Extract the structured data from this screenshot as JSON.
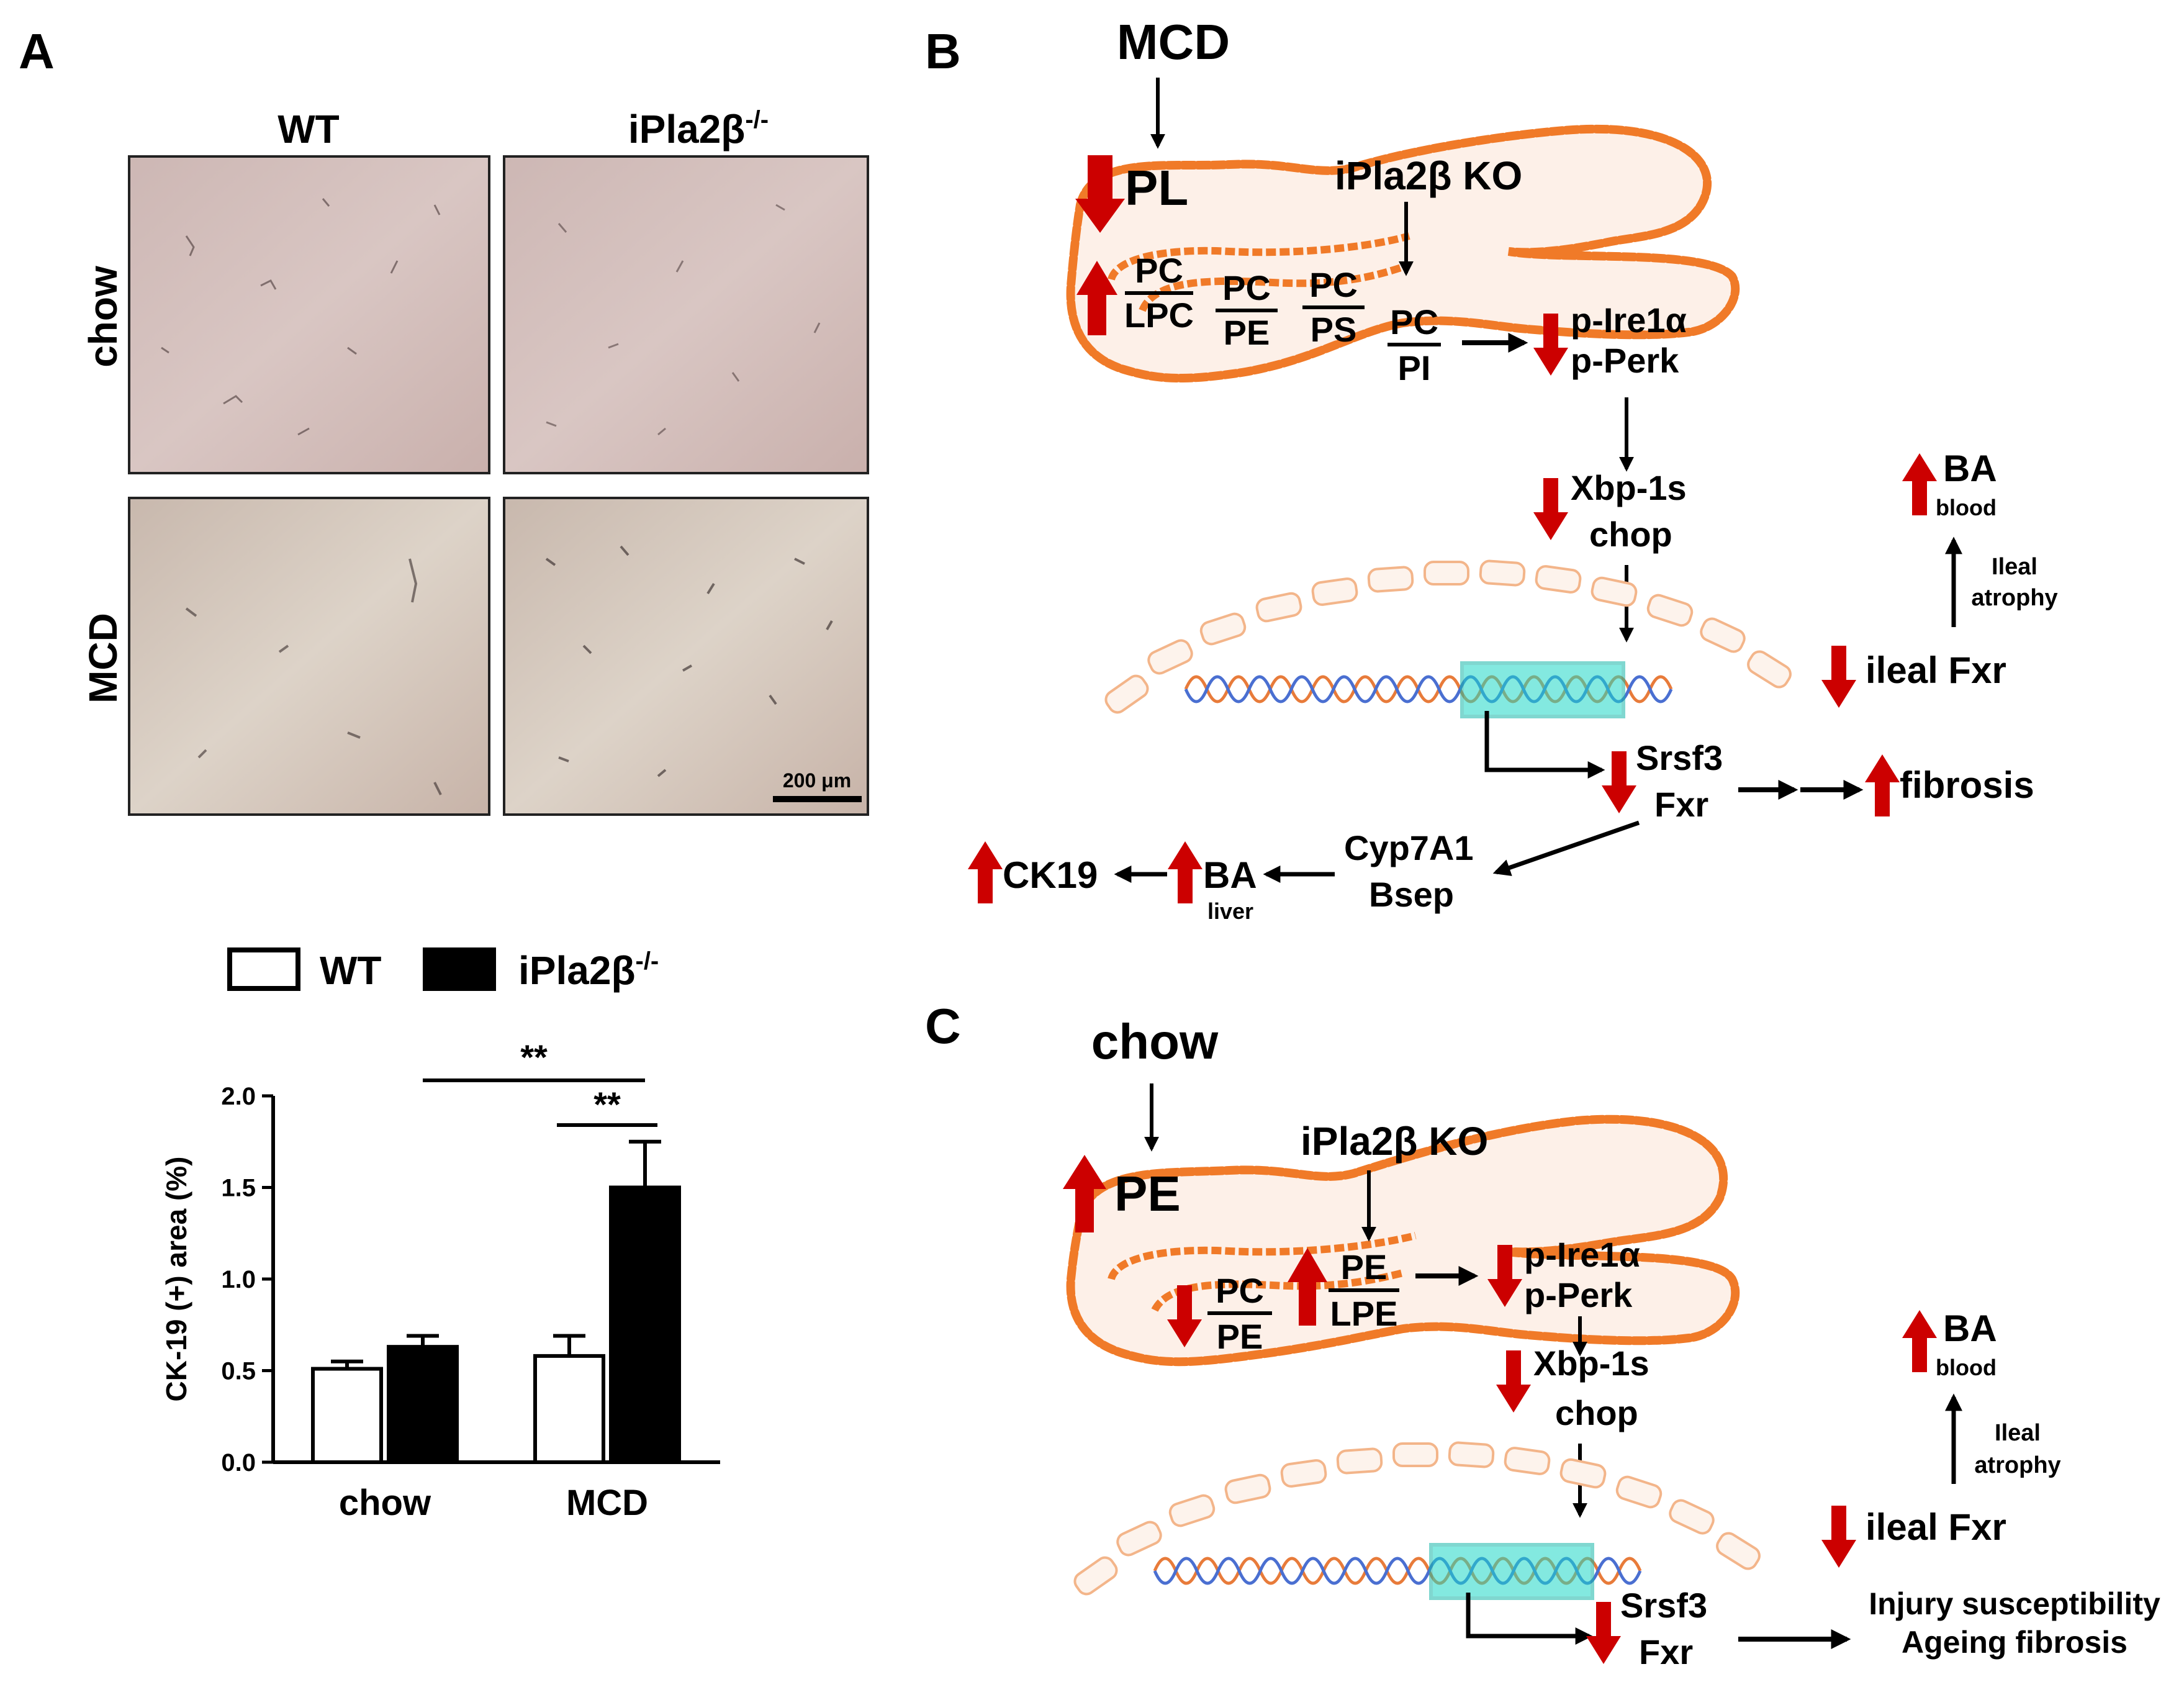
{
  "panel_labels": {
    "a": "A",
    "b": "B",
    "c": "C"
  },
  "panel_a": {
    "col_headers": [
      "WT",
      "iPla2β"
    ],
    "ko_superscript": "-/-",
    "row_headers": [
      "chow",
      "MCD"
    ],
    "scale_bar": "200 μm"
  },
  "chart_legend": {
    "wt": "WT",
    "ko": "iPla2β",
    "ko_sup": "-/-"
  },
  "chart_data": {
    "type": "bar",
    "categories": [
      "chow",
      "MCD"
    ],
    "series": [
      {
        "name": "WT",
        "values": [
          0.51,
          0.58
        ],
        "errors": [
          0.04,
          0.11
        ],
        "color": "#ffffff"
      },
      {
        "name": "iPla2β-/-",
        "values": [
          0.63,
          1.5
        ],
        "errors": [
          0.06,
          0.25
        ],
        "color": "#000000"
      }
    ],
    "ylabel": "CK-19 (+) area (%)",
    "ylim": [
      0,
      2.0
    ],
    "yticks": [
      "0.0",
      "0.5",
      "1.0",
      "1.5",
      "2.0"
    ],
    "significance": [
      "**",
      "**"
    ]
  },
  "panel_b": {
    "trigger": "MCD",
    "pl": "PL",
    "ko": "iPla2β KO",
    "ratios": [
      {
        "num": "PC",
        "den": "LPC"
      },
      {
        "num": "PC",
        "den": "PE"
      },
      {
        "num": "PC",
        "den": "PS"
      },
      {
        "num": "PC",
        "den": "PI"
      }
    ],
    "stress": [
      "p-Ire1α",
      "p-Perk"
    ],
    "xbp": [
      "Xbp-1s",
      "chop"
    ],
    "srsf": [
      "Srsf3",
      "Fxr"
    ],
    "fibrosis": "fibrosis",
    "cyp": [
      "Cyp7A1",
      "Bsep"
    ],
    "ba_liver": "BA",
    "ba_liver_sub": "liver",
    "ck19": "CK19",
    "ba_blood": "BA",
    "ba_blood_sub": "blood",
    "ileal_atrophy": [
      "Ileal",
      "atrophy"
    ],
    "ileal_fxr": "ileal Fxr"
  },
  "panel_c": {
    "trigger": "chow",
    "pe": "PE",
    "ko": "iPla2β KO",
    "ratios": [
      {
        "num": "PC",
        "den": "PE"
      },
      {
        "num": "PE",
        "den": "LPE"
      }
    ],
    "stress": [
      "p-Ire1α",
      "p-Perk"
    ],
    "xbp": [
      "Xbp-1s",
      "chop"
    ],
    "srsf": [
      "Srsf3",
      "Fxr"
    ],
    "outcome": [
      "Injury susceptibility",
      "Ageing fibrosis"
    ],
    "ba_blood": "BA",
    "ba_blood_sub": "blood",
    "ileal_atrophy": [
      "Ileal",
      "atrophy"
    ],
    "ileal_fxr": "ileal Fxr"
  }
}
